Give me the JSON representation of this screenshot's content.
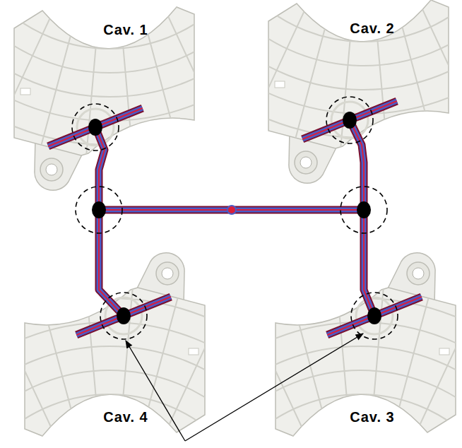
{
  "diagram": {
    "labels": [
      "Cav. 1",
      "Cav. 2",
      "Cav. 4",
      "Cav. 3"
    ]
  }
}
